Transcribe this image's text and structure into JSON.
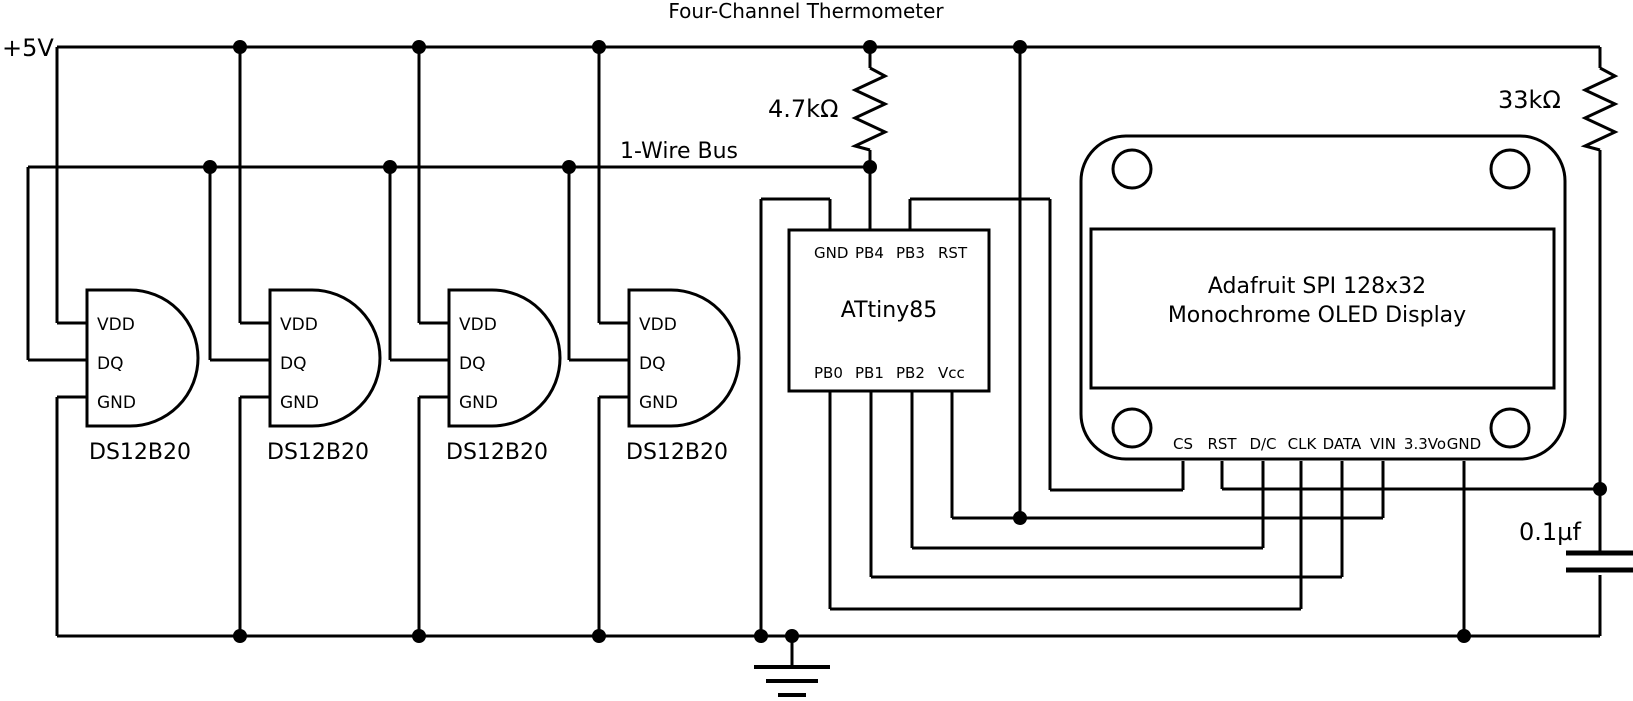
{
  "title": "Four-Channel Thermometer",
  "supply_label": "+5V",
  "bus_label": "1-Wire Bus",
  "resistors": [
    {
      "value": "4.7kΩ"
    },
    {
      "value": "33kΩ"
    }
  ],
  "capacitor": {
    "value": "0.1µf"
  },
  "sensors": [
    {
      "name": "DS12B20",
      "pins": [
        "VDD",
        "DQ",
        "GND"
      ]
    },
    {
      "name": "DS12B20",
      "pins": [
        "VDD",
        "DQ",
        "GND"
      ]
    },
    {
      "name": "DS12B20",
      "pins": [
        "VDD",
        "DQ",
        "GND"
      ]
    },
    {
      "name": "DS12B20",
      "pins": [
        "VDD",
        "DQ",
        "GND"
      ]
    }
  ],
  "mcu": {
    "name": "ATtiny85",
    "top_pins": [
      "GND",
      "PB4",
      "PB3",
      "RST"
    ],
    "bottom_pins": [
      "PB0",
      "PB1",
      "PB2",
      "Vcc"
    ]
  },
  "display": {
    "line1": "Adafruit SPI 128x32",
    "line2": "Monochrome OLED Display",
    "pins": [
      "CS",
      "RST",
      "D/C",
      "CLK",
      "DATA",
      "VIN",
      "3.3Vo",
      "GND"
    ]
  }
}
